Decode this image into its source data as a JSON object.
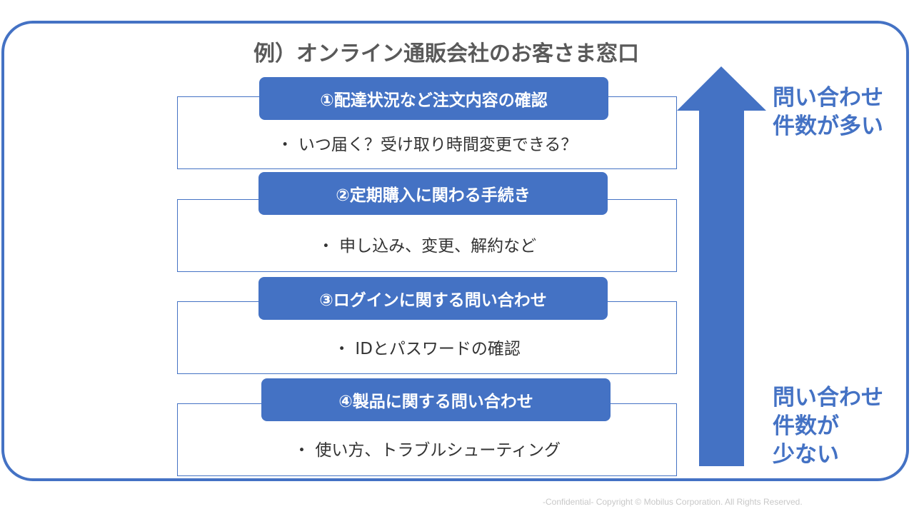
{
  "title": "例）オンライン通販会社のお客さま窓口",
  "items": [
    {
      "header": "①配達状況など注文内容の確認",
      "desc": "・ いつ届く？受け取り時間変更できる？"
    },
    {
      "header": "②定期購入に関わる手続き",
      "desc": "・ 申し込み、変更、解約など"
    },
    {
      "header": "③ログインに関する問い合わせ",
      "desc": "・ IDとパスワードの確認"
    },
    {
      "header": "④製品に関する問い合わせ",
      "desc": "・ 使い方、トラブルシューティング"
    }
  ],
  "arrow": {
    "top_label": [
      "問い合わせ",
      "件数が多い"
    ],
    "bottom_label": [
      "問い合わせ",
      "件数が",
      "少ない"
    ],
    "color": "#4472c4"
  },
  "footer": "-Confidential-  Copyright © Mobilus Corporation. All Rights Reserved."
}
